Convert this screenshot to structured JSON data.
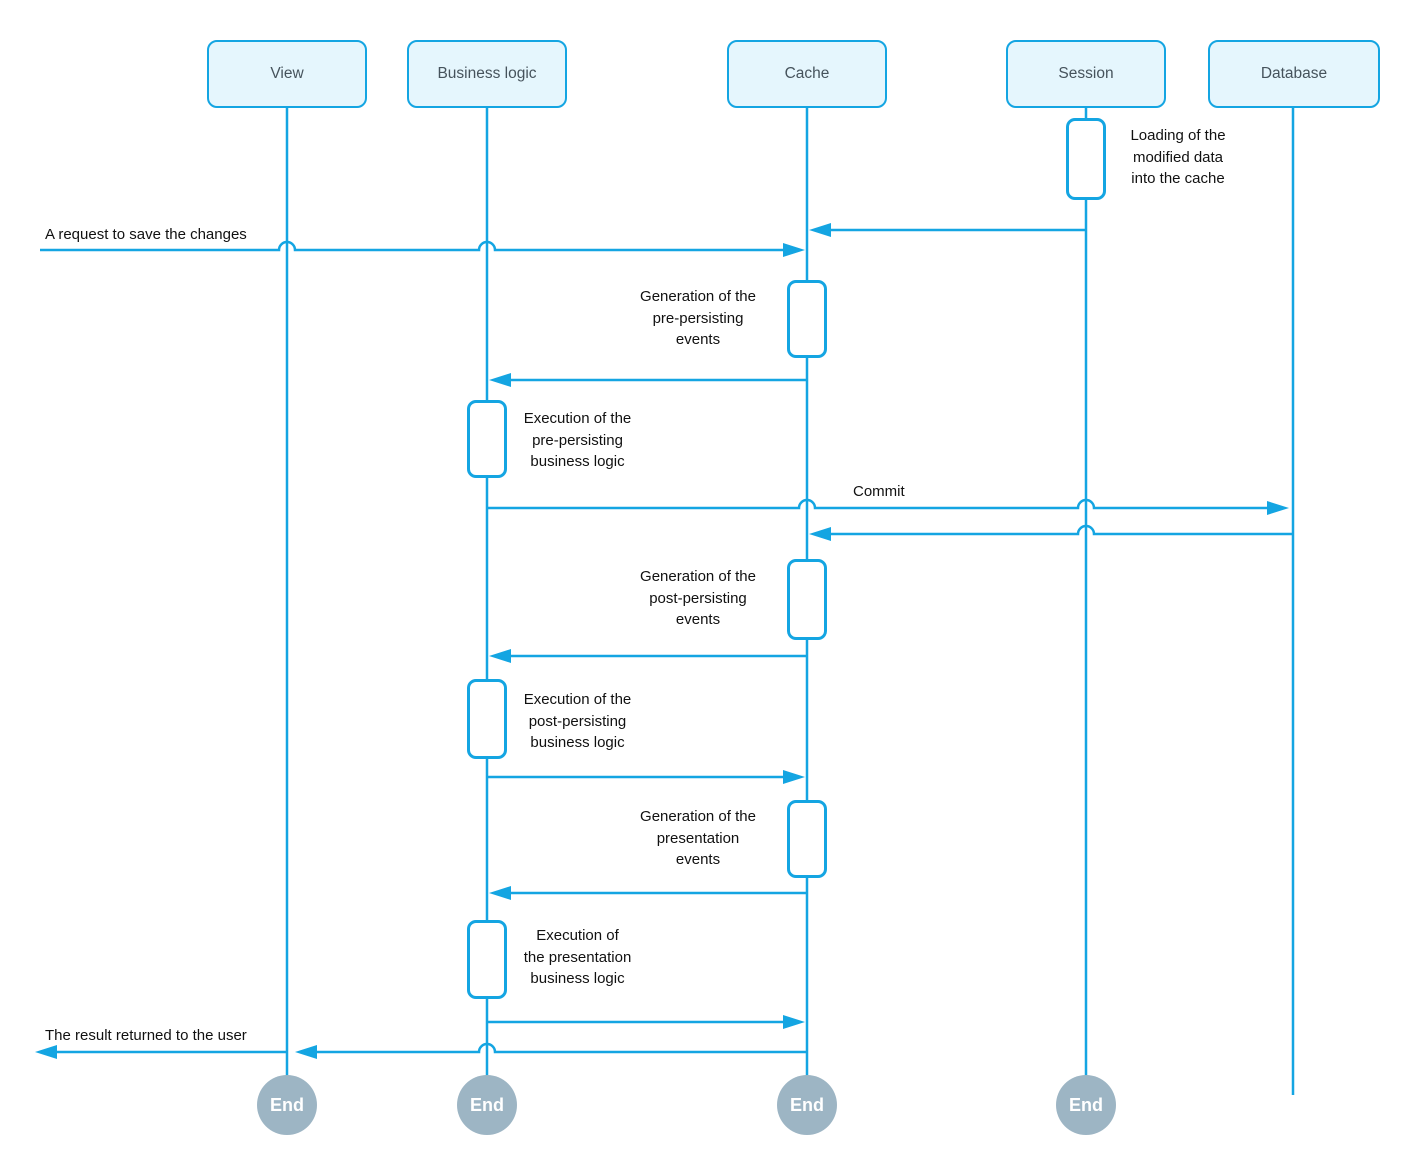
{
  "diagram": {
    "lifelines": [
      {
        "id": "view",
        "label": "View"
      },
      {
        "id": "business-logic",
        "label": "Business logic"
      },
      {
        "id": "cache",
        "label": "Cache"
      },
      {
        "id": "session",
        "label": "Session"
      },
      {
        "id": "database",
        "label": "Database"
      }
    ],
    "messages": {
      "loading_cache": [
        "Loading of the",
        "modified data",
        "into the cache"
      ],
      "request": "A request to save the changes",
      "gen_pre": [
        "Generation of the",
        "pre-persisting",
        "events"
      ],
      "exec_pre": [
        "Execution of the",
        "pre-persisting",
        "business logic"
      ],
      "commit": "Commit",
      "gen_post": [
        "Generation of the",
        "post-persisting",
        "events"
      ],
      "exec_post": [
        "Execution of the",
        "post-persisting",
        "business logic"
      ],
      "gen_pres": [
        "Generation of the",
        "presentation",
        "events"
      ],
      "exec_pres": [
        "Execution of",
        "the presentation",
        "business logic"
      ],
      "result": "The result returned to the user"
    },
    "end_label": "End",
    "colors": {
      "line": "#14a5e2",
      "node_fill": "#e5f6fd",
      "end_fill": "#9db5c4",
      "message_text": "#111111",
      "header_text": "#46535c"
    }
  }
}
